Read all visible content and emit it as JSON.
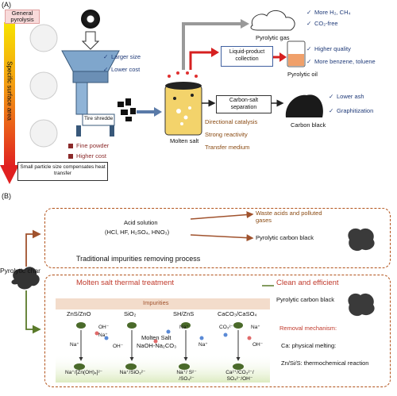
{
  "panel_a": {
    "label": "(A)",
    "general_pyrolysis": "General pyrolysis",
    "specific_surface_area": "Specific surface area",
    "larger_size": "Larger size",
    "lower_cost": "Lower cost",
    "tire_shredder": "Tire shredde",
    "fine_powder": "Fine powder",
    "higher_cost": "Higher cost",
    "compensates_note": "Small particle size compensates heat transfer",
    "molten_salt": "Molten salt",
    "properties": [
      "Directional catalysis",
      "Strong reactivity",
      "Transfer medium"
    ],
    "liquid_product": "Liquid-product collection",
    "carbon_salt": "Carbon-salt separation",
    "pyrolytic_gas": "Pyrolytic gas",
    "gas_benefits": [
      "More H₂, CH₄",
      "CO₂-free"
    ],
    "pyrolytic_oil": "Pyrolytic oil",
    "oil_benefits": [
      "Higher quality",
      "More benzene, toluene"
    ],
    "carbon_black": "Carbon black",
    "carbon_benefits": [
      "Lower ash",
      "Graphitization"
    ],
    "check": "✓",
    "colors": {
      "arrow_red": "#d62020",
      "arrow_gray": "#888888",
      "brown": "#8a4a12",
      "blue": "#1f3a78"
    }
  },
  "panel_b": {
    "label": "(B)",
    "pyrolytic_char": "Pyrolytic char",
    "acid_solution": "Acid solution",
    "acid_formula": "(HCl, HF, H₂SO₄, HNO₃)",
    "waste_acids": "Waste acids and polluted gases",
    "pyrolytic_carbon_black_top": "Pyrolytic carbon black",
    "traditional": "Traditional impurities removing process",
    "molten_salt_treatment": "Molten salt thermal treatment",
    "clean_efficient": "Clean and efficient",
    "pyrolytic_carbon_black_bottom": "Pyrolytic carbon black",
    "impurities": "Impurities",
    "impurity_items": [
      "ZnS/ZnO",
      "SiO₂",
      "SH/ZnS",
      "CaCO₃/CaSO₄"
    ],
    "molten_salt_label": "Molten Salt",
    "molten_salt_formula": "NaOH-Na₂CO₃",
    "ions": [
      "Na⁺",
      "OH⁻",
      "Na⁺",
      "OH⁻",
      "Na⁺",
      "Na⁺",
      "CO₃²⁻",
      "Na⁺",
      "OH⁻"
    ],
    "products": [
      "Na⁺/[Zn(OH)₄]²⁻",
      "Na⁺/SiO₃²⁻",
      "Na⁺/ S²⁻ /SO₄²⁻",
      "Ca²⁺/CO₃²⁻/ SO₄²⁻/OH⁻"
    ],
    "removal_mechanism": "Removal mechanism:",
    "mechanisms": [
      "Ca: physical melting:",
      "Zn/Si/S: thermochemical reaction"
    ],
    "colors": {
      "dash": "#b2521a",
      "arrow_brown": "#a0522d",
      "arrow_green": "#5a7a2a",
      "title_red": "#c0392b"
    }
  }
}
